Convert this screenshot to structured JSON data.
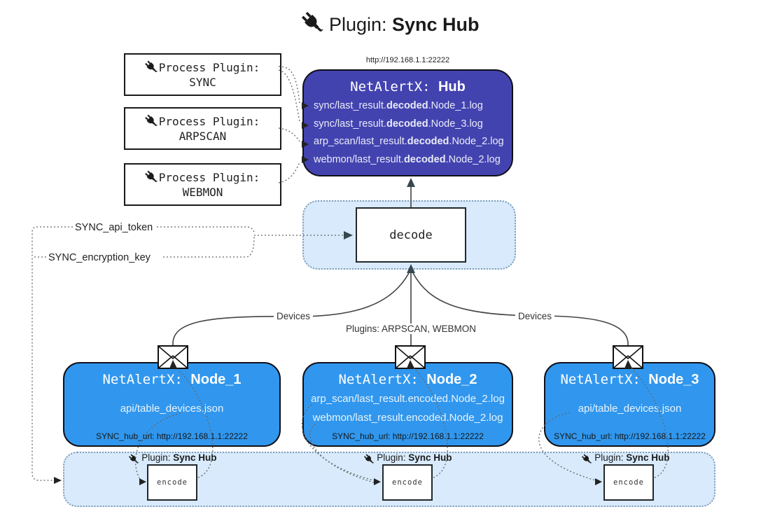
{
  "title": {
    "prefix": "Plugin: ",
    "name": "Sync Hub"
  },
  "hub": {
    "url": "http://192.168.1.1:22222",
    "name_prefix": "NetAlertX: ",
    "name": "Hub",
    "logs": [
      {
        "pre": "sync/last_result.",
        "mid": "decoded",
        "post": ".Node_1.log"
      },
      {
        "pre": "sync/last_result.",
        "mid": "decoded",
        "post": ".Node_3.log"
      },
      {
        "pre": "arp_scan/last_result.",
        "mid": "decoded",
        "post": ".Node_2.log"
      },
      {
        "pre": "webmon/last_result.",
        "mid": "decoded",
        "post": ".Node_2.log"
      }
    ]
  },
  "process_plugins": [
    {
      "label": "Process Plugin:",
      "name": "SYNC"
    },
    {
      "label": "Process Plugin:",
      "name": "ARPSCAN"
    },
    {
      "label": "Process Plugin:",
      "name": "WEBMON"
    }
  ],
  "decode_label": "decode",
  "secrets": {
    "api_token": "SYNC_api_token",
    "encryption_key": "SYNC_encryption_key"
  },
  "edge_labels": {
    "left": "Devices",
    "middle": "Plugins: ARPSCAN, WEBMON",
    "right": "Devices"
  },
  "nodes": [
    {
      "name_prefix": "NetAlertX: ",
      "name": "Node_1",
      "files": [
        "api/table_devices.json"
      ],
      "hub_url": "SYNC_hub_url: http://192.168.1.1:22222"
    },
    {
      "name_prefix": "NetAlertX: ",
      "name": "Node_2",
      "files": [
        "arp_scan/last_result.encoded.Node_2.log",
        "webmon/last_result.encoded.Node_2.log"
      ],
      "hub_url": "SYNC_hub_url: http://192.168.1.1:22222"
    },
    {
      "name_prefix": "NetAlertX: ",
      "name": "Node_3",
      "files": [
        "api/table_devices.json"
      ],
      "hub_url": "SYNC_hub_url: http://192.168.1.1:22222"
    }
  ],
  "encoders": [
    {
      "plugin_prefix": "Plugin: ",
      "plugin_name": "Sync Hub",
      "label": "encode"
    },
    {
      "plugin_prefix": "Plugin: ",
      "plugin_name": "Sync Hub",
      "label": "encode"
    },
    {
      "plugin_prefix": "Plugin: ",
      "plugin_name": "Sync Hub",
      "label": "encode"
    }
  ],
  "colors": {
    "hub_fill": "#4343b0",
    "node_fill": "#3197ee",
    "panel_fill": "#d8eafb",
    "panel_border": "#7f9db9",
    "hub_text": "#e9ebf8",
    "node_text": "#e8f3fd"
  }
}
